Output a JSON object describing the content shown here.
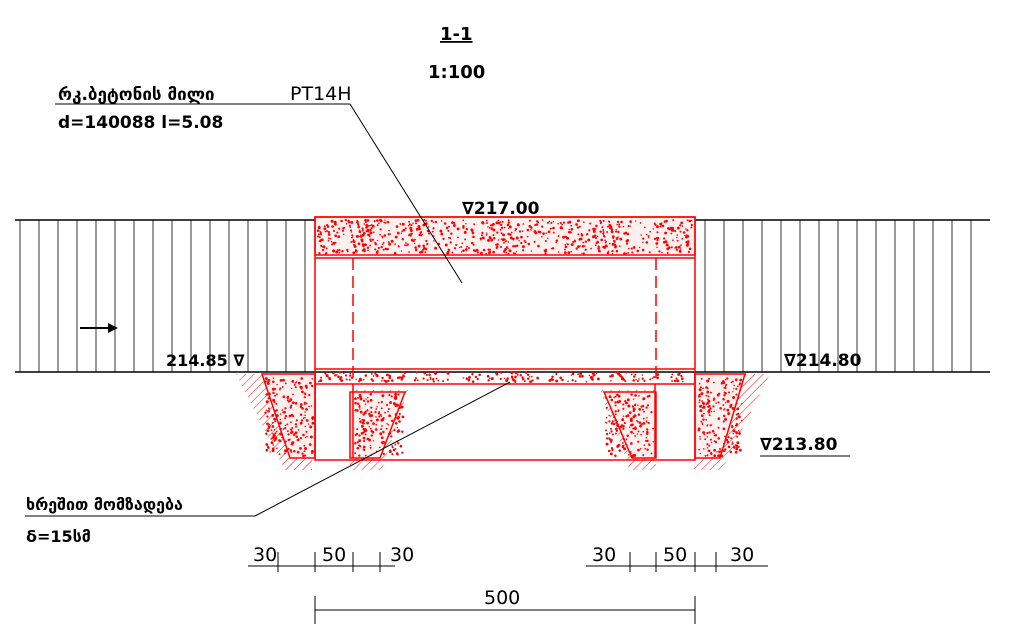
{
  "drawing": {
    "section_mark": "1-1",
    "scale": "1:100",
    "note_title_geo": "რკ.ბეტონის მილი",
    "note_title_code": "PT14H",
    "note_dims": "d=140088 l=5.08",
    "bottom_note_title": "ხრეშით მომზადება",
    "bottom_note_sub": "δ=15სმ",
    "elev_top": "∇217.00",
    "elev_left": "214.85 ∇",
    "elev_right": "∇214.80",
    "elev_bottom": "∇213.80",
    "dims_left": [
      "30",
      "50",
      "30"
    ],
    "dims_right": [
      "30",
      "50",
      "30"
    ],
    "dim_total": "500"
  },
  "colors": {
    "red": "#ff0000",
    "black": "#000000"
  }
}
